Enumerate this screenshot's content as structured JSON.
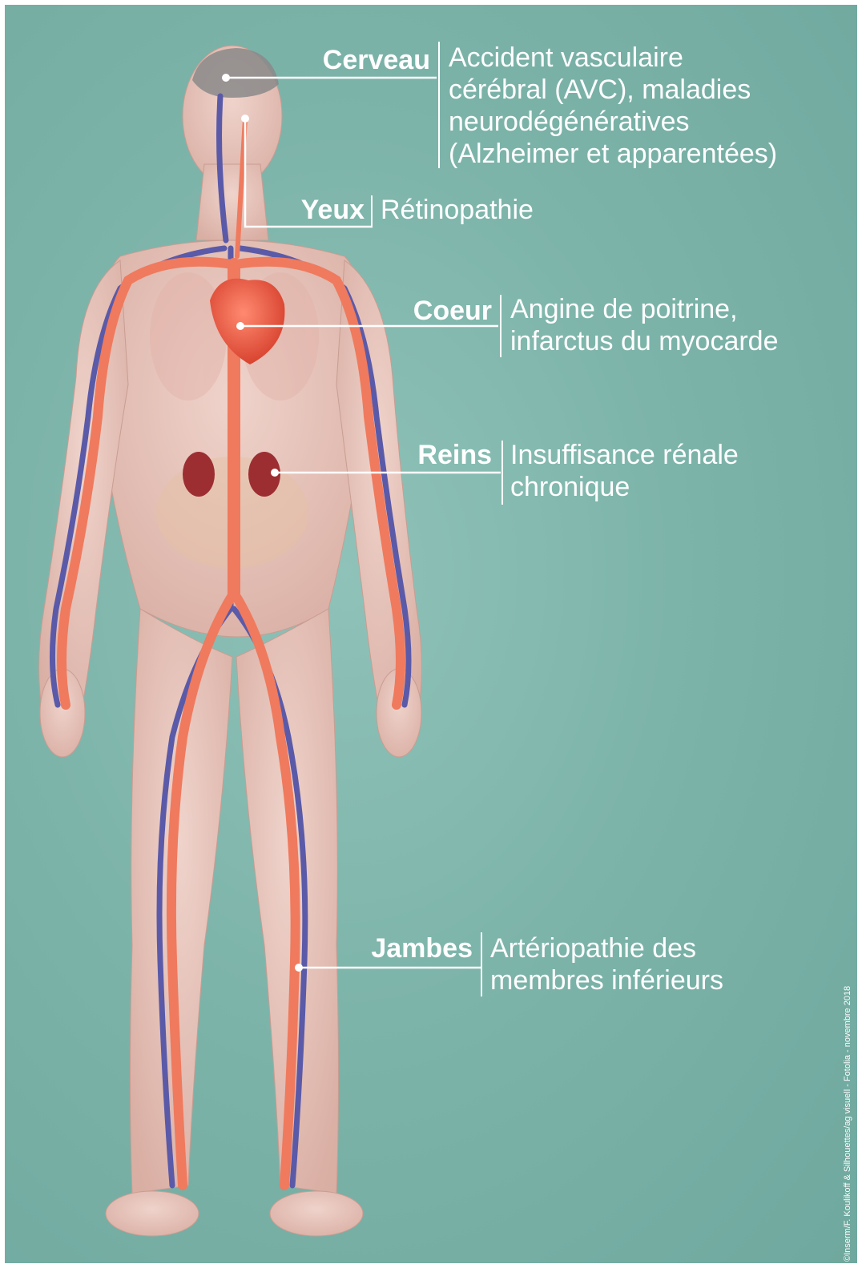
{
  "callouts": [
    {
      "id": "cerveau",
      "organ": "Cerveau",
      "text_lines": [
        "Accident vasculaire",
        "cérébral (AVC), maladies",
        "neurodégénératives",
        "(Alzheimer et apparentées)"
      ]
    },
    {
      "id": "yeux",
      "organ": "Yeux",
      "text_lines": [
        "Rétinopathie"
      ]
    },
    {
      "id": "coeur",
      "organ": "Coeur",
      "text_lines": [
        "Angine de poitrine,",
        "infarctus du myocarde"
      ]
    },
    {
      "id": "reins",
      "organ": "Reins",
      "text_lines": [
        "Insuffisance rénale",
        "chronique"
      ]
    },
    {
      "id": "jambes",
      "organ": "Jambes",
      "text_lines": [
        "Artériopathie des",
        "membres inférieurs"
      ]
    }
  ],
  "credit": "©Inserm/F. Koulikoff & Silhouettes/ag visuell - Fotolia - novembre 2018",
  "colors": {
    "background": "#7db4aa",
    "artery": "#ef7a5e",
    "vein": "#5a5aa8",
    "skin": "#e8c6bd",
    "heart": "#e8553e",
    "kidney": "#9c2e32",
    "label_text": "#ffffff"
  }
}
